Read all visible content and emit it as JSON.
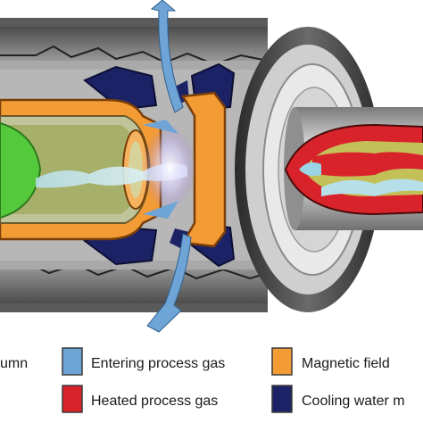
{
  "colors": {
    "background": "#ffffff",
    "outer_shell": "#5d5d5d",
    "inner_tube": "#b9b9b9",
    "entering_gas": "#6fa4d6",
    "magnetic_field": "#f39b35",
    "heated_gas": "#d8232a",
    "cooling_water": "#1c2266",
    "plasma_core": "#55c93c"
  },
  "legend": {
    "column_partial": "umn",
    "entering_gas": "Entering process gas",
    "magnetic_field": "Magnetic field",
    "heated_gas": "Heated process gas",
    "cooling_water": "Cooling water m"
  },
  "icons": [
    "torch-assembly",
    "gas-inlet-arrow",
    "magnet-coil",
    "flange-ring",
    "exhaust-flame"
  ]
}
